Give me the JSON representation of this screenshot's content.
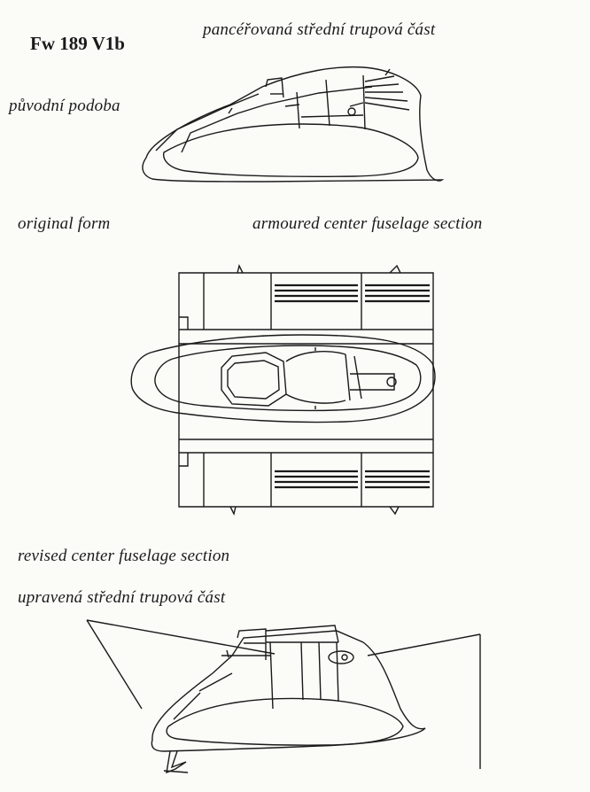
{
  "title": "Fw 189 V1b",
  "labels": {
    "armoured_cz": "pancéřovaná střední trupová část",
    "original_cz": "původní podoba",
    "original_en": "original form",
    "armoured_en": "armoured center fuselage section",
    "revised_en": "revised center fuselage section",
    "revised_cz": "upravená střední trupová část"
  }
}
